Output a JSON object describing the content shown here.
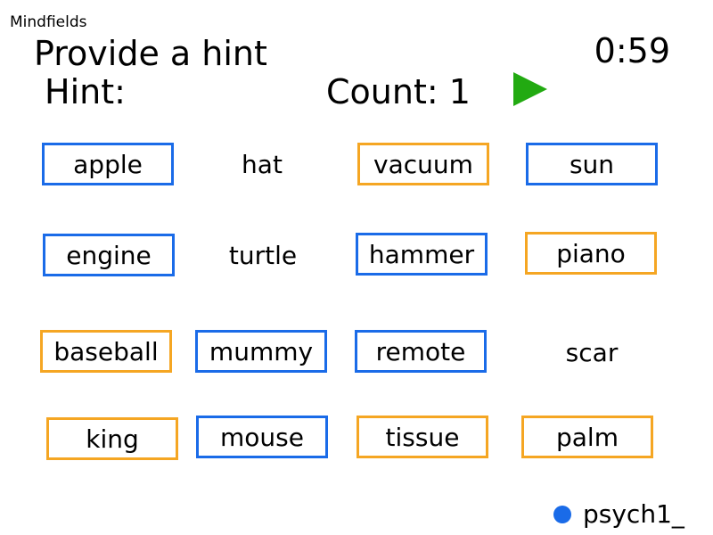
{
  "app": {
    "title": "Mindfields"
  },
  "header": {
    "prompt": "Provide a hint",
    "timer": "0:59",
    "hint_label": "Hint:",
    "count_label": "Count:",
    "count_value": "1",
    "play_icon": "play-icon",
    "play_color": "#22aa11"
  },
  "colors": {
    "blue_team": "#1a6be8",
    "orange_team": "#f5a623"
  },
  "words": [
    {
      "text": "apple",
      "team": "blue"
    },
    {
      "text": "hat",
      "team": "none"
    },
    {
      "text": "vacuum",
      "team": "orange"
    },
    {
      "text": "sun",
      "team": "blue"
    },
    {
      "text": "engine",
      "team": "blue"
    },
    {
      "text": "turtle",
      "team": "none"
    },
    {
      "text": "hammer",
      "team": "blue"
    },
    {
      "text": "piano",
      "team": "orange"
    },
    {
      "text": "baseball",
      "team": "orange"
    },
    {
      "text": "mummy",
      "team": "blue"
    },
    {
      "text": "remote",
      "team": "blue"
    },
    {
      "text": "scar",
      "team": "none"
    },
    {
      "text": "king",
      "team": "orange"
    },
    {
      "text": "mouse",
      "team": "blue"
    },
    {
      "text": "tissue",
      "team": "orange"
    },
    {
      "text": "palm",
      "team": "orange"
    }
  ],
  "player": {
    "name": "psych1_",
    "status_icon": "status-dot-icon"
  }
}
